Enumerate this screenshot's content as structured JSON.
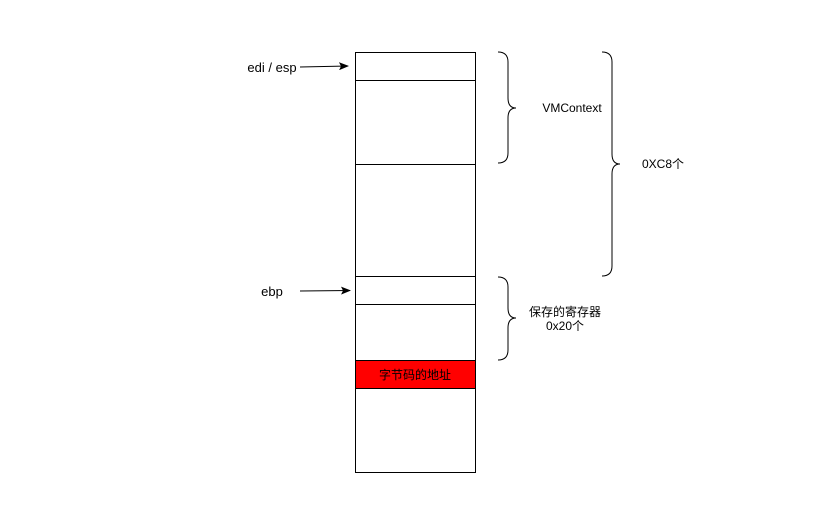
{
  "pointers": {
    "edi_esp": "edi / esp",
    "ebp": "ebp"
  },
  "stack": {
    "highlight_label": "字节码的地址",
    "highlight_color": "#ff0000"
  },
  "braces": {
    "vmcontext": "VMContext",
    "total_size": "0XC8个",
    "saved_registers": "保存的寄存器",
    "saved_registers_size": "0x20个"
  }
}
